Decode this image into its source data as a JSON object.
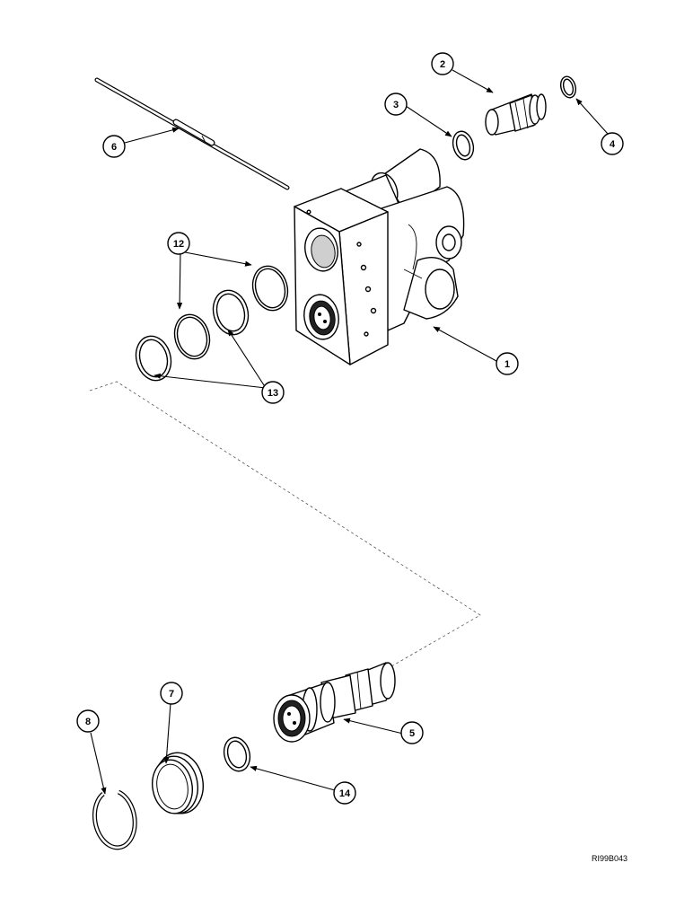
{
  "callouts": [
    {
      "id": "c1",
      "label": "1"
    },
    {
      "id": "c2",
      "label": "2"
    },
    {
      "id": "c3",
      "label": "3"
    },
    {
      "id": "c4",
      "label": "4"
    },
    {
      "id": "c5",
      "label": "5"
    },
    {
      "id": "c6",
      "label": "6"
    },
    {
      "id": "c7",
      "label": "7"
    },
    {
      "id": "c8",
      "label": "8"
    },
    {
      "id": "c12",
      "label": "12"
    },
    {
      "id": "c13",
      "label": "13"
    },
    {
      "id": "c14",
      "label": "14"
    }
  ],
  "reference_code": "RI99B043"
}
